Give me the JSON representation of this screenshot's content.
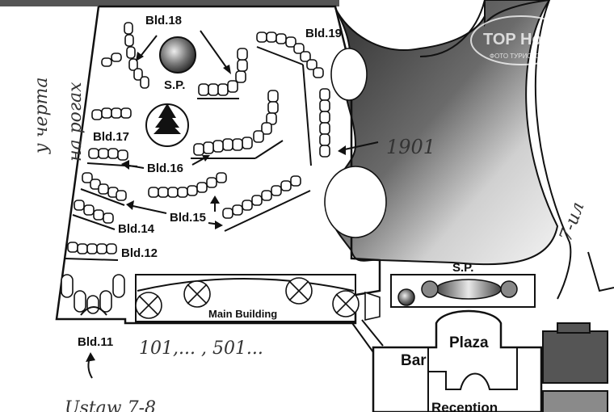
{
  "labels": {
    "bld18": "Bld.18",
    "bld19": "Bld.19",
    "sp_top": "S.P.",
    "bld17": "Bld.17",
    "bld16": "Bld.16",
    "bld15": "Bld.15",
    "bld14": "Bld.14",
    "bld12": "Bld.12",
    "bld11": "Bld.11",
    "main_building": "Main Building",
    "sp_right": "S.P.",
    "bar": "Bar",
    "plaza": "Plaza",
    "reception": "Reception"
  },
  "handwritten": {
    "room_1901": "1901",
    "rooms_101_501": "101,... , 501...",
    "left_note_line1": "у черта",
    "left_note_line2": "на рогах",
    "right_note": "7-ил",
    "bottom_note": "Ustaw 7-8"
  },
  "watermark": {
    "brand": "TOP Hotels",
    "tagline": "ФОТО ТУРИСТОВ"
  },
  "colors": {
    "ink": "#111111",
    "sea_dark": "#3a3a3a",
    "sea_light": "#d8d8d8",
    "building_dark": "#555555",
    "building_light": "#8a8a8a"
  }
}
